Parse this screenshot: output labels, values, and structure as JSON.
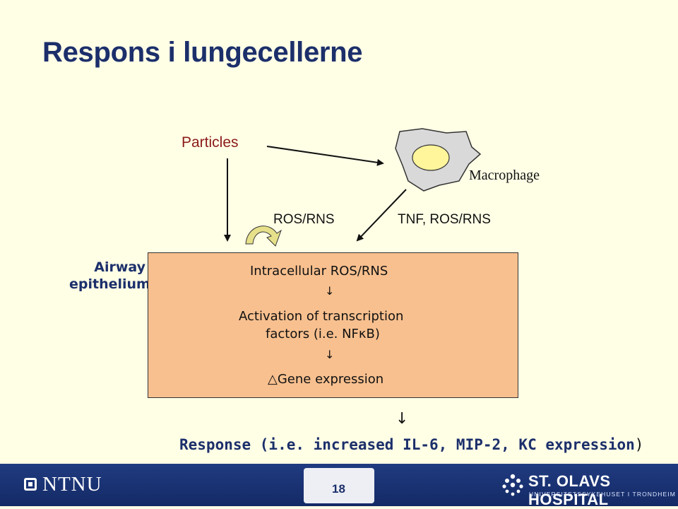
{
  "slide": {
    "title": "Respons i lungecellerne",
    "page_number": "18"
  },
  "diagram": {
    "particles": "Particles",
    "macrophage": "Macrophage",
    "ros_rns": "ROS/RNS",
    "tnf_ros_rns": "TNF, ROS/RNS",
    "airway_line1": "Airway",
    "airway_line2": "epithelium",
    "box": {
      "line1": "Intracellular ROS/RNS",
      "arrow": "↓",
      "line2": "Activation of transcription",
      "line3": "factors (i.e. NFκB)",
      "arrow2": "↓",
      "line4_symbol": "△",
      "line4": "Gene expression"
    },
    "bottom_arrow": "↓",
    "response": "Response (i.e. increased IL-6, MIP-2, KC expression",
    "response_close": ")"
  },
  "footer": {
    "left_logo_text": "NTNU",
    "right_logo_name": "ST. OLAVS HOSPITAL",
    "right_logo_sub": "UNIVERSITETSSYKEHUSET I TRONDHEIM"
  },
  "colors": {
    "title": "#1c2f6b",
    "background": "#ffffe6",
    "box_fill": "#f8c08f",
    "particles": "#8b1a1a",
    "footer": "#1a3373"
  }
}
